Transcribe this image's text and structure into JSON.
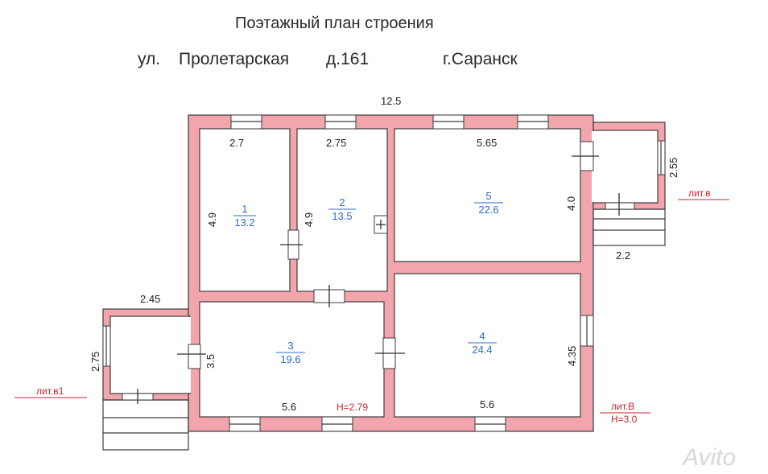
{
  "header": {
    "title": "Поэтажный план строения",
    "street_prefix": "ул.",
    "street": "Пролетарская",
    "house": "д.161",
    "city": "г.Саранск"
  },
  "dimensions": {
    "overall_top": "12.5",
    "room1_top": "2.7",
    "room1_side": "4.9",
    "room2_top": "2.75",
    "room2_side": "4.9",
    "room5_top": "5.65",
    "room5_side": "4.0",
    "porch_right_side": "2.55",
    "porch_right_bottom": "2.2",
    "porch_left_top": "2.45",
    "porch_left_side": "2.75",
    "room3_side": "3.5",
    "room3_bottom": "5.6",
    "room4_side": "4.35",
    "room4_bottom": "5.6"
  },
  "rooms": [
    {
      "number": "1",
      "area": "13.2"
    },
    {
      "number": "2",
      "area": "13.5"
    },
    {
      "number": "3",
      "area": "19.6"
    },
    {
      "number": "4",
      "area": "24.4"
    },
    {
      "number": "5",
      "area": "22.6"
    }
  ],
  "labels": {
    "lit_v_small": "лит.в",
    "lit_v1": "лит.в1",
    "lit_V": "лит.В",
    "height_main": "H=3.0",
    "height_room3": "H=2.79"
  },
  "watermark": "Avito",
  "colors": {
    "walls": "#f2a5ad",
    "room_labels": "#2e6cc9",
    "lit_labels": "#d02030"
  }
}
